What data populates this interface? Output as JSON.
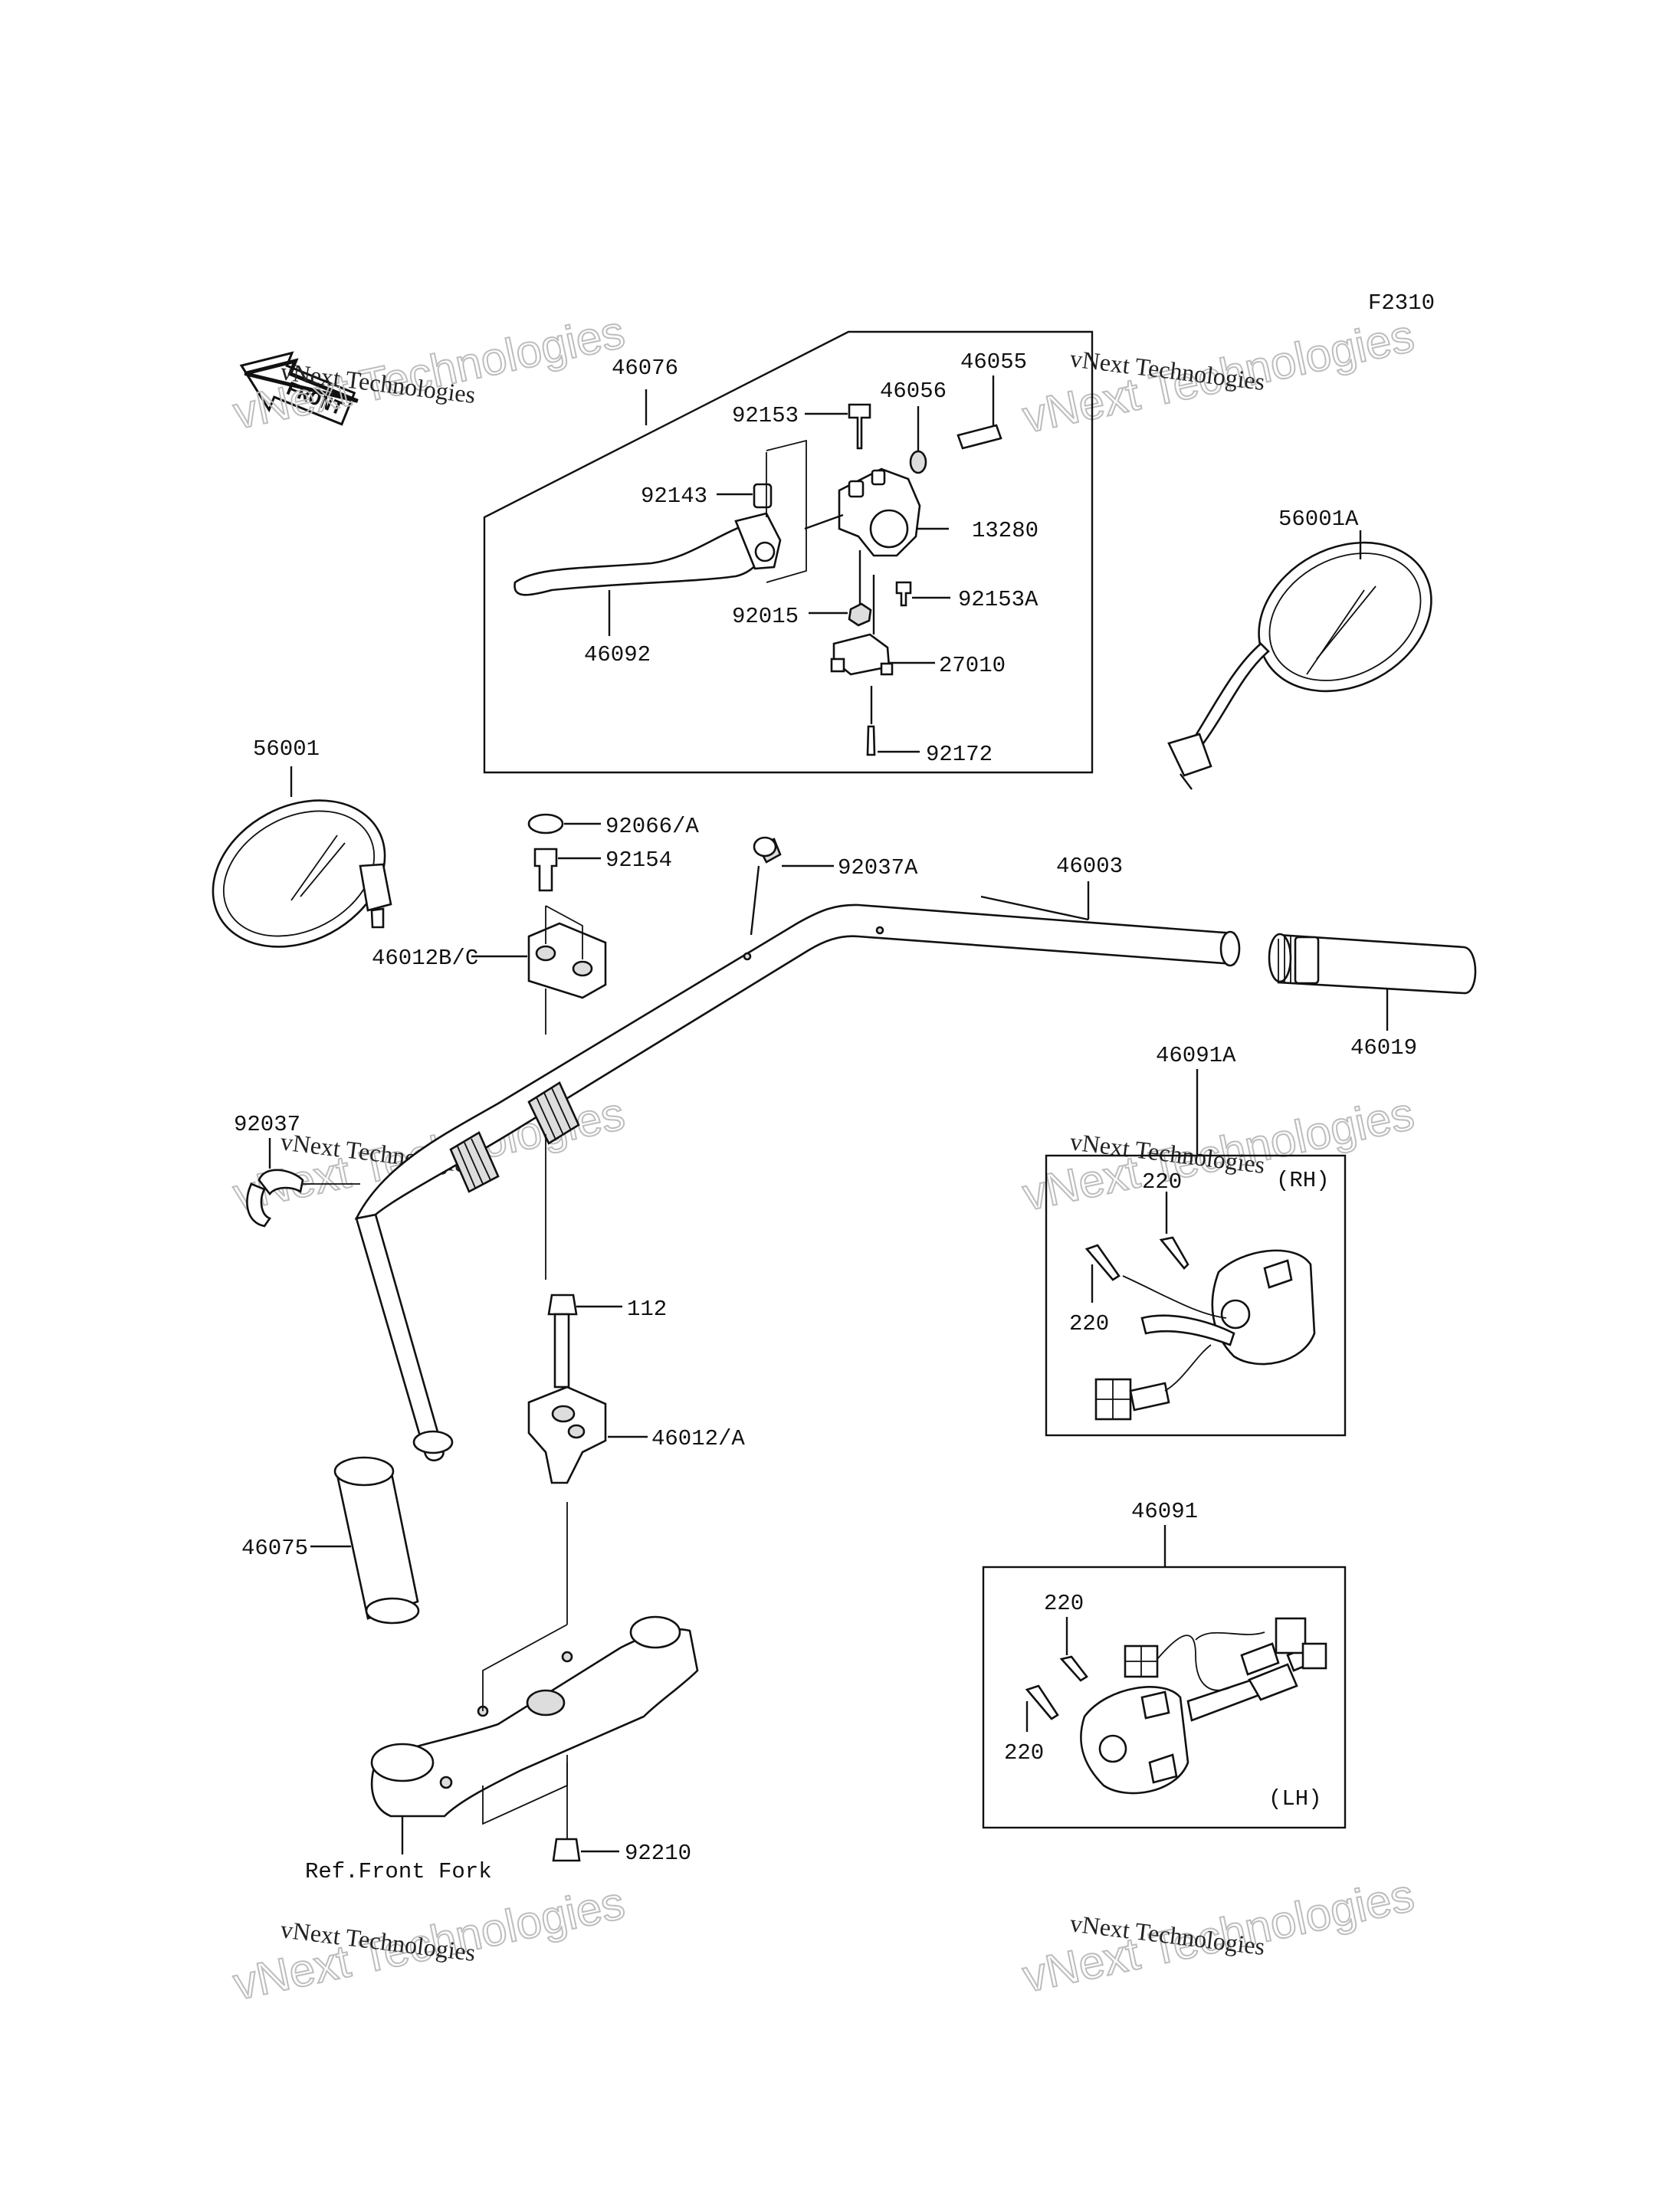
{
  "figure_code": "F2310",
  "front_arrow_label": "FRONT",
  "watermark": {
    "line1": "vNext Technologies",
    "line2_outline": "vNext Technologies"
  },
  "callouts": {
    "p46076": "46076",
    "p46055": "46055",
    "p46056": "46056",
    "p92153": "92153",
    "p92143": "92143",
    "p13280": "13280",
    "p92153A": "92153A",
    "p92015": "92015",
    "p46092": "46092",
    "p27010": "27010",
    "p92172": "92172",
    "p56001A": "56001A",
    "p56001": "56001",
    "p92066A": "92066/A",
    "p92154": "92154",
    "p92037A": "92037A",
    "p46003": "46003",
    "p46012BC": "46012B/C",
    "p46019": "46019",
    "p92037": "92037",
    "p46091A": "46091A",
    "p220_rh_top": "220",
    "p220_rh_left": "220",
    "rh_tag": "(RH)",
    "p112": "112",
    "p46012A": "46012/A",
    "p46075": "46075",
    "p46091": "46091",
    "p220_lh_top": "220",
    "p220_lh_left": "220",
    "lh_tag": "(LH)",
    "p92210": "92210",
    "ref_front_fork": "Ref.Front Fork"
  }
}
